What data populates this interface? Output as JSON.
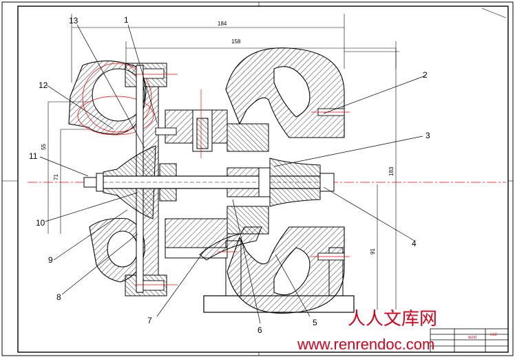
{
  "part_labels": [
    "1",
    "2",
    "3",
    "4",
    "5",
    "6",
    "7",
    "8",
    "9",
    "10",
    "11",
    "12",
    "13"
  ],
  "dimensions": {
    "overall_width": "184",
    "inner_width": "158",
    "height_left": "55",
    "height_left_small": "71",
    "height_right": "183",
    "height_right_small": "91"
  },
  "watermark": {
    "chinese": "人人文库网",
    "url": "www.renrendoc.com"
  },
  "title_block": {
    "cell_a": "wzxt",
    "cell_b": "ex2"
  },
  "colors": {
    "line": "#000000",
    "centerline": "#ff0000",
    "watermark": "#d9001b"
  }
}
